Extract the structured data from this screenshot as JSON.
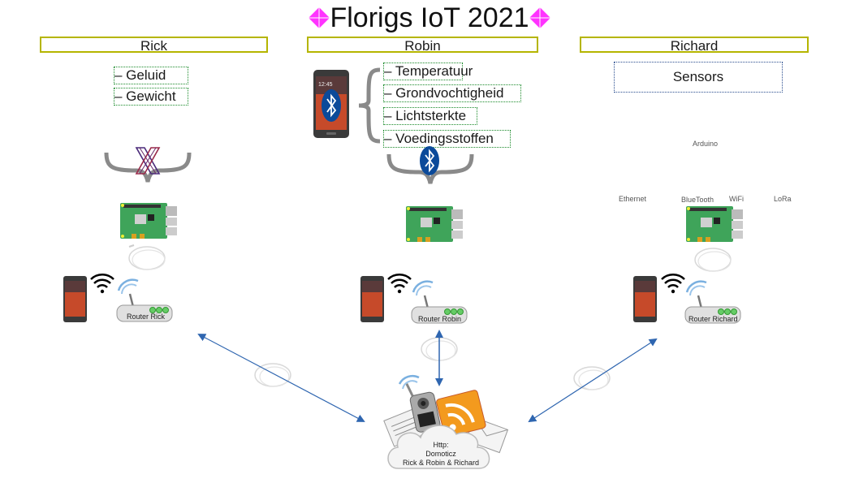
{
  "title": "Florigs IoT 2021",
  "colors": {
    "title_diamond": "#ff33ff",
    "person_border": "#b5b500",
    "tag_border": "#1a8a2a",
    "sensors_border": "#2a4d8f",
    "arrow": "#2f66b0",
    "bluetooth": "#0b4a9a"
  },
  "people": [
    {
      "name": "Rick",
      "tags": [
        "– Geluid",
        "– Gewicht"
      ],
      "link_icon": "x-cross-icon",
      "router_label": "Router Rick"
    },
    {
      "name": "Robin",
      "tags": [
        "– Temperatuur",
        "– Grondvochtigheid",
        "– Lichtsterkte",
        "– Voedingsstoffen"
      ],
      "link_icon": "bluetooth-icon",
      "router_label": "Router Robin"
    },
    {
      "name": "Richard",
      "sensors_label": "Sensors",
      "arduino_label": "Arduino",
      "connectivity": [
        "Ethernet",
        "BlueTooth",
        "WiFi",
        "LoRa"
      ],
      "router_label": "Router Richard"
    }
  ],
  "cloud": {
    "lines": [
      "Http:",
      "Domoticz",
      "Rick & Robin & Richard"
    ]
  }
}
